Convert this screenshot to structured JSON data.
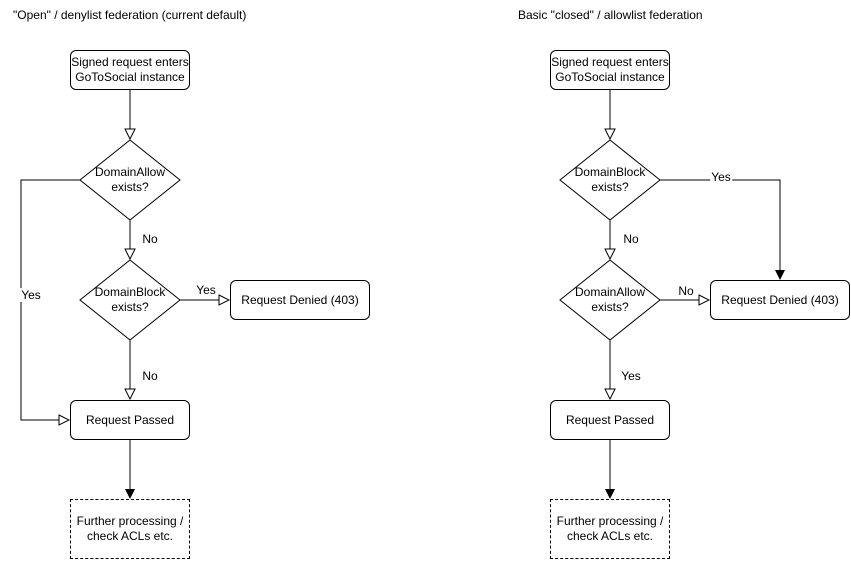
{
  "charts": {
    "left": {
      "title": "\"Open\" / denylist federation (current default)",
      "nodes": {
        "entry": "Signed request enters\nGoToSocial instance",
        "decision_allow": "DomainAllow\nexists?",
        "decision_block": "DomainBlock\nexists?",
        "denied": "Request Denied (403)",
        "passed": "Request Passed",
        "further": "Further processing /\ncheck ACLs etc."
      },
      "edges": {
        "allow_no": "No",
        "allow_yes": "Yes",
        "block_yes": "Yes",
        "block_no": "No"
      }
    },
    "right": {
      "title": "Basic \"closed\" / allowlist federation",
      "nodes": {
        "entry": "Signed request enters\nGoToSocial instance",
        "decision_block": "DomainBlock\nexists?",
        "decision_allow": "DomainAllow\nexists?",
        "denied": "Request Denied (403)",
        "passed": "Request Passed",
        "further": "Further processing /\ncheck ACLs etc."
      },
      "edges": {
        "block_yes": "Yes",
        "block_no": "No",
        "allow_no": "No",
        "allow_yes": "Yes"
      }
    }
  },
  "colors": {
    "stroke": "#000000",
    "node_fill": "#ffffff",
    "text": "#000000",
    "background": "#ffffff"
  }
}
